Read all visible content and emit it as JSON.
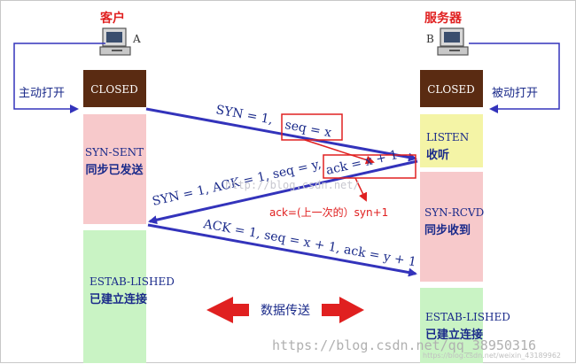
{
  "client": {
    "title": "客户",
    "label": "A",
    "action": "主动打开"
  },
  "server": {
    "title": "服务器",
    "label": "B",
    "action": "被动打开"
  },
  "states": {
    "client_closed": "CLOSED",
    "client_syn_sent_en": "SYN-SENT",
    "client_syn_sent_cn": "同步已发送",
    "client_estab_en": "ESTAB-LISHED",
    "client_estab_cn": "已建立连接",
    "server_closed": "CLOSED",
    "server_listen_en": "LISTEN",
    "server_listen_cn": "收听",
    "server_syn_rcvd_en": "SYN-RCVD",
    "server_syn_rcvd_cn": "同步收到",
    "server_estab_en": "ESTAB-LISHED",
    "server_estab_cn": "已建立连接"
  },
  "messages": {
    "m1_syn": "SYN = 1,",
    "m1_seq": "seq = x",
    "m2_main": "SYN = 1, ACK = 1, seq = y,",
    "m2_ack": "ack = x + 1",
    "m2_note": "ack=(上一次的）syn+1",
    "m3": "ACK = 1, seq = x + 1, ack = y + 1"
  },
  "transfer": "数据传送",
  "watermarks": {
    "mid": "http://blog.csdn.net/",
    "bottom": "https://blog.csdn.net/qq_38950316",
    "bottom_small": "https://blog.csdn.net/weixin_43189962"
  },
  "colors": {
    "closed": "#5a2b12",
    "pink": "#f7c9cb",
    "green": "#c9f3c4",
    "yellow": "#f4f4a6",
    "arrow": "#3333bb",
    "red": "#e02020",
    "navy": "#1a2a8a"
  }
}
